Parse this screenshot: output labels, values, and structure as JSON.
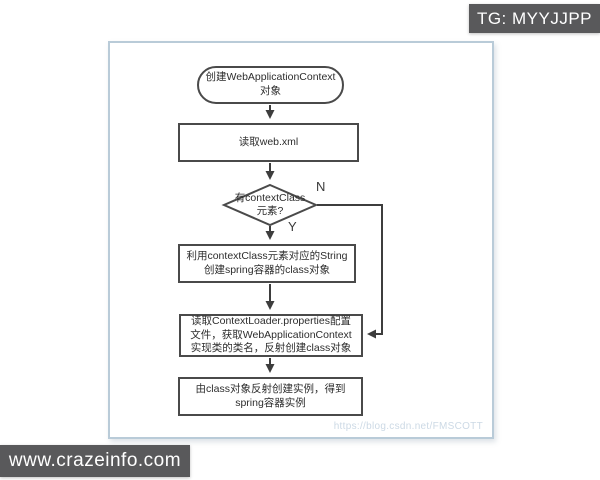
{
  "badges": {
    "top_right_label": "TG: MYYJJPP",
    "bottom_left_label": "www.crazeinfo.com"
  },
  "flowchart": {
    "nodes": [
      {
        "id": "start",
        "type": "terminator",
        "label": "创建WebApplicationContext\n对象"
      },
      {
        "id": "read-web-xml",
        "type": "process",
        "label": "读取web.xml"
      },
      {
        "id": "has-contextclass",
        "type": "decision",
        "label": "有contextClass\n元素?"
      },
      {
        "id": "use-contextclass",
        "type": "process",
        "label": "利用contextClass元素对应的String\n创建spring容器的class对象"
      },
      {
        "id": "read-contextloader",
        "type": "process",
        "label": "读取ContextLoader.properties配置\n文件，获取WebApplicationContext\n实现类的类名，反射创建class对象"
      },
      {
        "id": "create-instance",
        "type": "process",
        "label": "由class对象反射创建实例，得到\nspring容器实例"
      }
    ],
    "branch_labels": {
      "no": "N",
      "yes": "Y"
    },
    "watermark": "https://blog.csdn.net/FMSCOTT"
  },
  "colors": {
    "badge_background": "#59595b",
    "badge_text": "#ffffff",
    "panel_border": "#b9cbd8",
    "flow_line": "#3d3d3d",
    "watermark_text": "#ccd9e5"
  }
}
